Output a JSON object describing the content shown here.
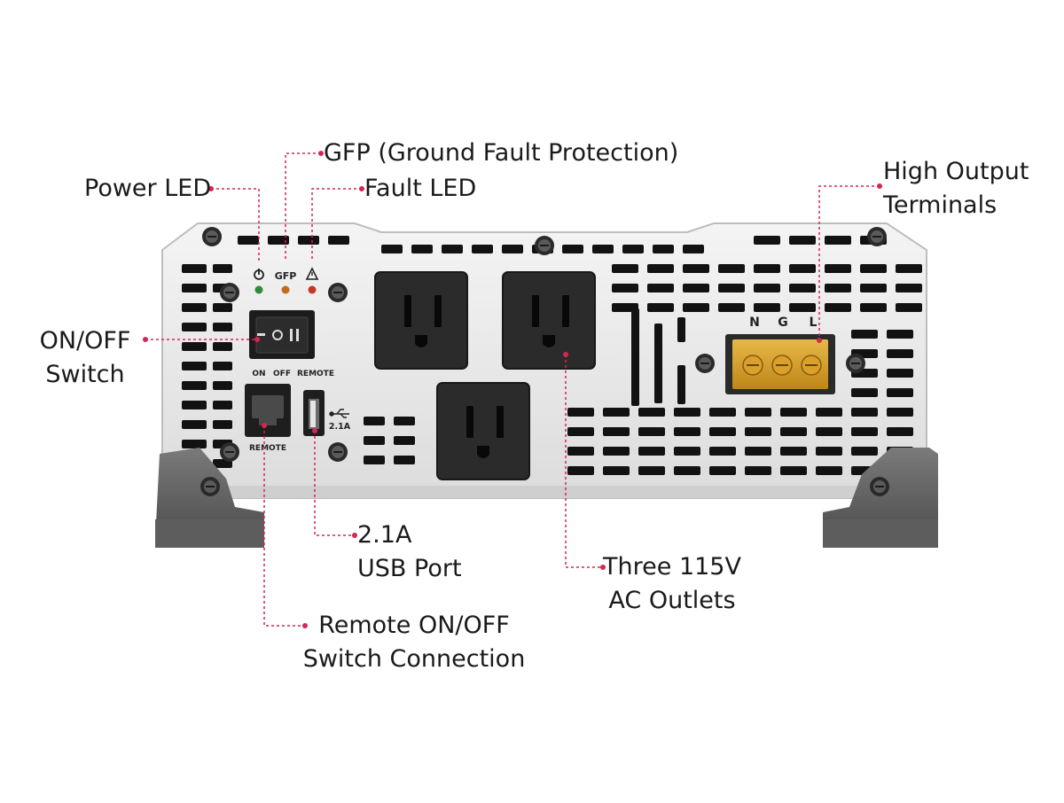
{
  "callouts": {
    "power_led": "Power LED",
    "gfp": "GFP (Ground Fault Protection)",
    "fault_led": "Fault LED",
    "high_output_line1": "High Output",
    "high_output_line2": "Terminals",
    "onoff_line1": "ON/OFF",
    "onoff_line2": "Switch",
    "usb_line1": "2.1A",
    "usb_line2": "USB Port",
    "ac_line1": "Three 115V",
    "ac_line2": "AC Outlets",
    "remote_line1": "Remote ON/OFF",
    "remote_line2": "Switch Connection"
  },
  "panel_labels": {
    "gfp": "GFP",
    "switch_on": "ON",
    "switch_off": "OFF",
    "switch_remote": "REMOTE",
    "remote_jack": "REMOTE",
    "usb_rating": "2.1A",
    "terminal_n": "N",
    "terminal_g": "G",
    "terminal_l": "L"
  },
  "colors": {
    "leader_line": "#d6264f",
    "panel": "#ececec",
    "vent": "#121212",
    "outlet": "#2b2b2b",
    "terminal": "#e0a528",
    "foot": "#6a6a6a",
    "led_power": "#2e8b3a",
    "led_gfp": "#c46a1c",
    "led_fault": "#c23a2a"
  },
  "icons": [
    "power-icon",
    "warning-icon",
    "usb-icon",
    "screw-icon"
  ]
}
